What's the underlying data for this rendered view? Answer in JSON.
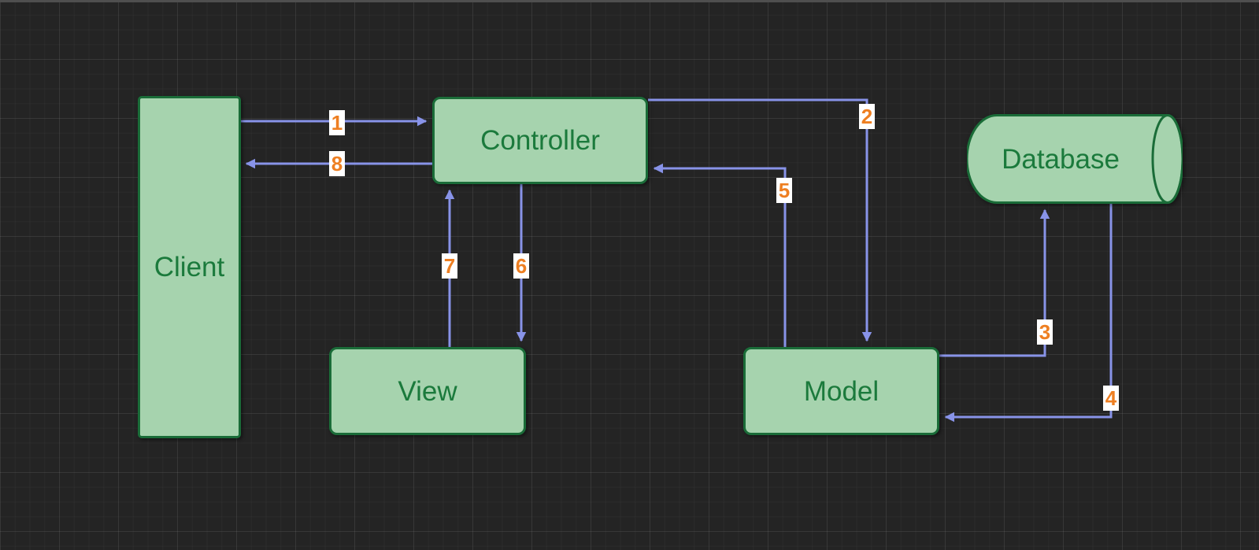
{
  "diagram": {
    "type": "mvc-architecture-flow",
    "nodes": [
      {
        "id": "client",
        "label": "Client",
        "shape": "rectangle"
      },
      {
        "id": "controller",
        "label": "Controller",
        "shape": "rectangle"
      },
      {
        "id": "view",
        "label": "View",
        "shape": "rectangle"
      },
      {
        "id": "model",
        "label": "Model",
        "shape": "rectangle"
      },
      {
        "id": "database",
        "label": "Database",
        "shape": "cylinder-horizontal"
      }
    ],
    "edges": [
      {
        "label": "1",
        "from": "client",
        "to": "controller"
      },
      {
        "label": "2",
        "from": "controller",
        "to": "model"
      },
      {
        "label": "3",
        "from": "model",
        "to": "database"
      },
      {
        "label": "4",
        "from": "database",
        "to": "model"
      },
      {
        "label": "5",
        "from": "model",
        "to": "controller"
      },
      {
        "label": "6",
        "from": "controller",
        "to": "view"
      },
      {
        "label": "7",
        "from": "view",
        "to": "controller"
      },
      {
        "label": "8",
        "from": "controller",
        "to": "client"
      }
    ],
    "colors": {
      "background": "#242424",
      "node_fill": "#a6d3ae",
      "node_border": "#1a6c38",
      "node_text": "#1b7a3c",
      "arrow": "#8893e8",
      "badge_text": "#ee7f22",
      "badge_bg": "#ffffff"
    }
  }
}
